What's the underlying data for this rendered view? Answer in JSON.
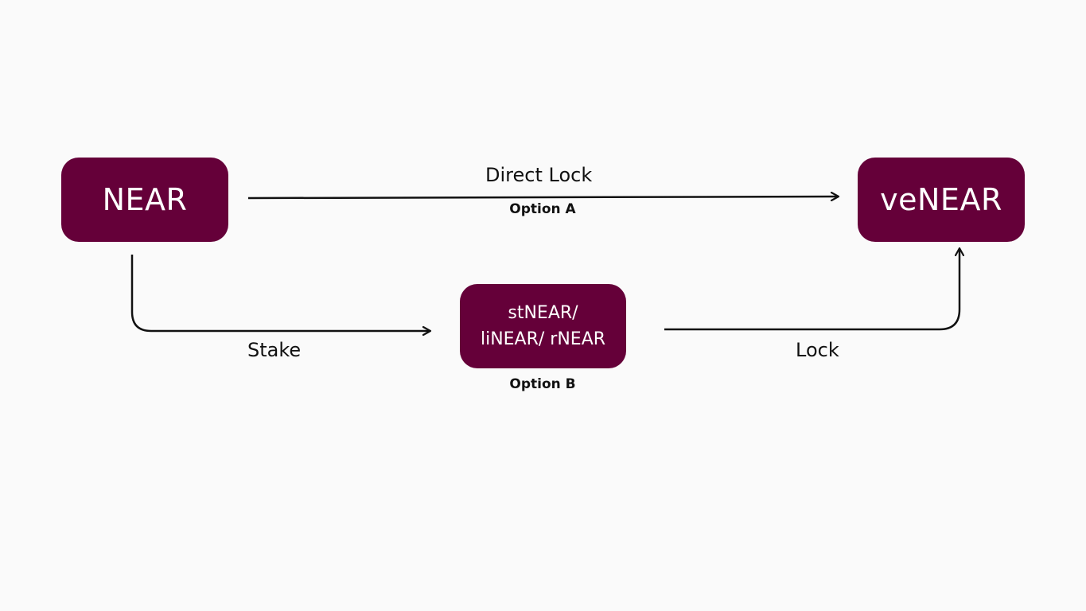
{
  "colors": {
    "node_fill": "#650039",
    "node_text": "#ffffff",
    "edge": "#111111",
    "background": "#fafafa"
  },
  "nodes": {
    "near": {
      "label": "NEAR"
    },
    "venear": {
      "label": "veNEAR"
    },
    "staked": {
      "line1": "stNEAR/",
      "line2": "liNEAR/ rNEAR"
    }
  },
  "edges": {
    "direct": {
      "label": "Direct Lock"
    },
    "stake": {
      "label": "Stake"
    },
    "lock": {
      "label": "Lock"
    }
  },
  "options": {
    "a": "Option A",
    "b": "Option B"
  }
}
